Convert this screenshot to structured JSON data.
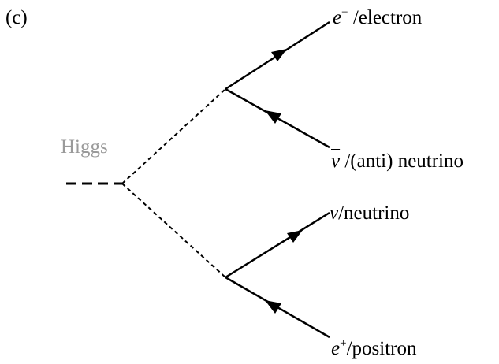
{
  "panel_label": "(c)",
  "higgs_label": "Higgs",
  "particles": {
    "electron": {
      "symbol": "e",
      "charge": "−",
      "name": "/electron"
    },
    "antineutrino": {
      "symbol": "v",
      "name": "/(anti) neutrino"
    },
    "neutrino": {
      "symbol": "v",
      "name": "/neutrino"
    },
    "positron": {
      "symbol": "e",
      "charge": "+",
      "name": "/positron"
    }
  }
}
